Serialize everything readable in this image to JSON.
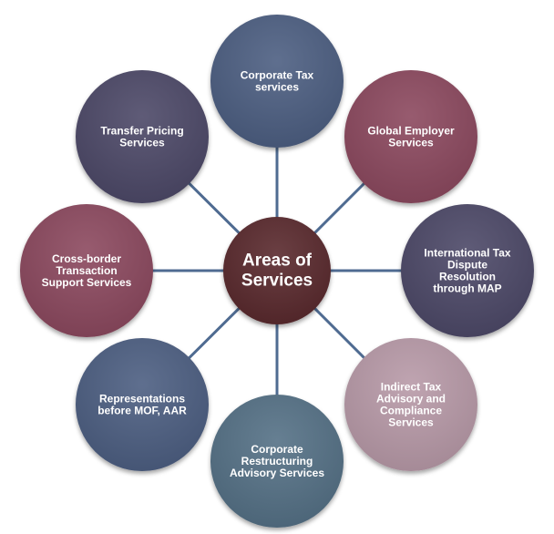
{
  "center": {
    "lines": [
      "Areas of",
      "Services"
    ],
    "color": "#5a2a2e"
  },
  "connector_color": "#4f6b91",
  "nodes": [
    {
      "id": "corporate-tax",
      "lines": [
        "Corporate Tax",
        "services"
      ],
      "color": "#4e5f82"
    },
    {
      "id": "global-employer",
      "lines": [
        "Global Employer",
        "Services"
      ],
      "color": "#8c4a5f"
    },
    {
      "id": "international-tax",
      "lines": [
        "International Tax",
        "Dispute",
        "Resolution",
        "through MAP"
      ],
      "color": "#4e4a68"
    },
    {
      "id": "indirect-tax",
      "lines": [
        "Indirect Tax",
        "Advisory and",
        "Compliance",
        "Services"
      ],
      "color": "#b89aa8"
    },
    {
      "id": "corporate-restructuring",
      "lines": [
        "Corporate",
        "Restructuring",
        "Advisory Services"
      ],
      "color": "#557186"
    },
    {
      "id": "representations",
      "lines": [
        "Representations",
        "before MOF, AAR"
      ],
      "color": "#4e5f82"
    },
    {
      "id": "cross-border",
      "lines": [
        "Cross-border",
        "Transaction",
        "Support Services"
      ],
      "color": "#8c4a5f"
    },
    {
      "id": "transfer-pricing",
      "lines": [
        "Transfer Pricing",
        "Services"
      ],
      "color": "#4e4a68"
    }
  ]
}
